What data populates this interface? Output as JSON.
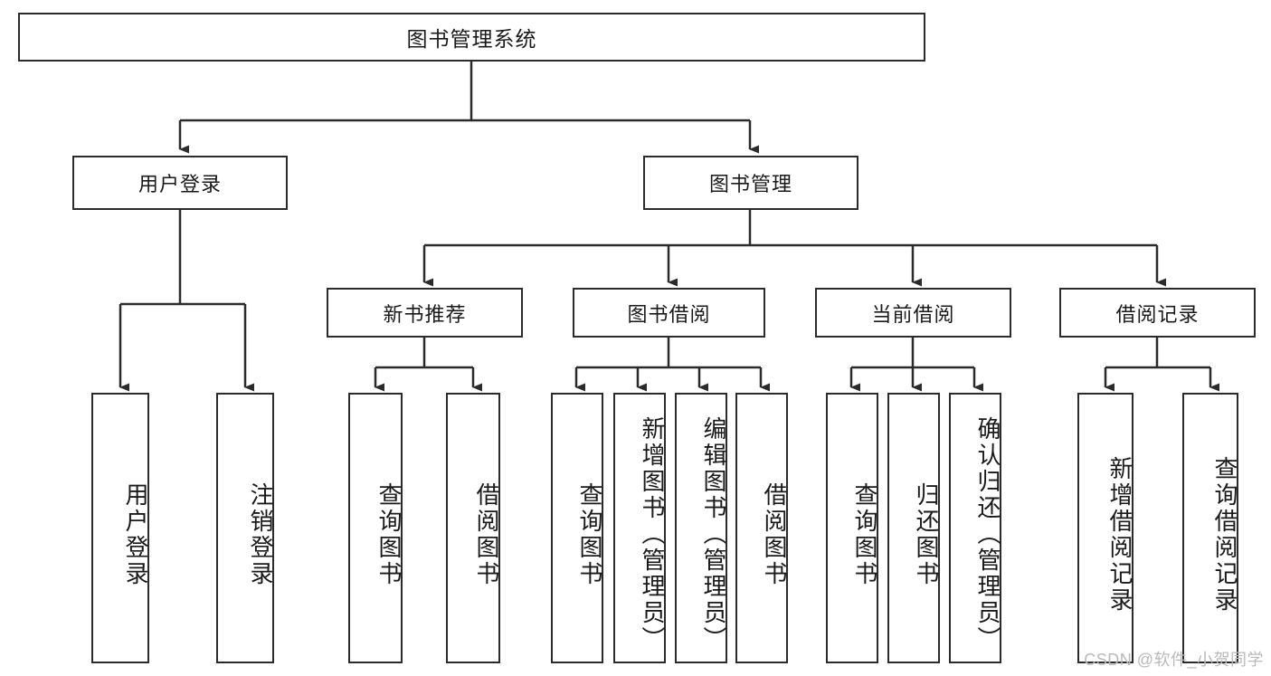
{
  "diagram": {
    "type": "tree-hierarchy-chart",
    "title": "图书管理系统",
    "watermark": "CSDN @软件_小贺同学",
    "colors": {
      "stroke": "#2b2b2b",
      "fill": "#ffffff",
      "text": "#1a1a1a",
      "watermark": "#b9b9b9"
    },
    "levels": {
      "level1": {
        "root": {
          "label": "图书管理系统"
        }
      },
      "level2": [
        {
          "label": "用户登录"
        },
        {
          "label": "图书管理"
        }
      ],
      "level3": [
        {
          "label": "新书推荐"
        },
        {
          "label": "图书借阅"
        },
        {
          "label": "当前借阅"
        },
        {
          "label": "借阅记录"
        }
      ],
      "level4": {
        "user_login_children": [
          {
            "label": "用户登录"
          },
          {
            "label": "注销登录"
          }
        ],
        "new_book_children": [
          {
            "label": "查询图书"
          },
          {
            "label": "借阅图书"
          }
        ],
        "book_borrow_children": [
          {
            "label": "查询图书"
          },
          {
            "label": "新增图书（管理员）"
          },
          {
            "label": "编辑图书（管理员）"
          },
          {
            "label": "借阅图书"
          }
        ],
        "current_borrow_children": [
          {
            "label": "查询图书"
          },
          {
            "label": "归还图书"
          },
          {
            "label": "确认归还（管理员）"
          }
        ],
        "borrow_record_children": [
          {
            "label": "新增借阅记录"
          },
          {
            "label": "查询借阅记录"
          }
        ]
      }
    },
    "edges": [
      {
        "from": "图书管理系统",
        "to": "用户登录"
      },
      {
        "from": "图书管理系统",
        "to": "图书管理"
      },
      {
        "from": "用户登录",
        "to": "用户登录"
      },
      {
        "from": "用户登录",
        "to": "注销登录"
      },
      {
        "from": "图书管理",
        "to": "新书推荐"
      },
      {
        "from": "图书管理",
        "to": "图书借阅"
      },
      {
        "from": "图书管理",
        "to": "当前借阅"
      },
      {
        "from": "图书管理",
        "to": "借阅记录"
      },
      {
        "from": "新书推荐",
        "to": "查询图书"
      },
      {
        "from": "新书推荐",
        "to": "借阅图书"
      },
      {
        "from": "图书借阅",
        "to": "查询图书"
      },
      {
        "from": "图书借阅",
        "to": "新增图书（管理员）"
      },
      {
        "from": "图书借阅",
        "to": "编辑图书（管理员）"
      },
      {
        "from": "图书借阅",
        "to": "借阅图书"
      },
      {
        "from": "当前借阅",
        "to": "查询图书"
      },
      {
        "from": "当前借阅",
        "to": "归还图书"
      },
      {
        "from": "当前借阅",
        "to": "确认归还（管理员）"
      },
      {
        "from": "借阅记录",
        "to": "新增借阅记录"
      },
      {
        "from": "借阅记录",
        "to": "查询借阅记录"
      }
    ]
  }
}
